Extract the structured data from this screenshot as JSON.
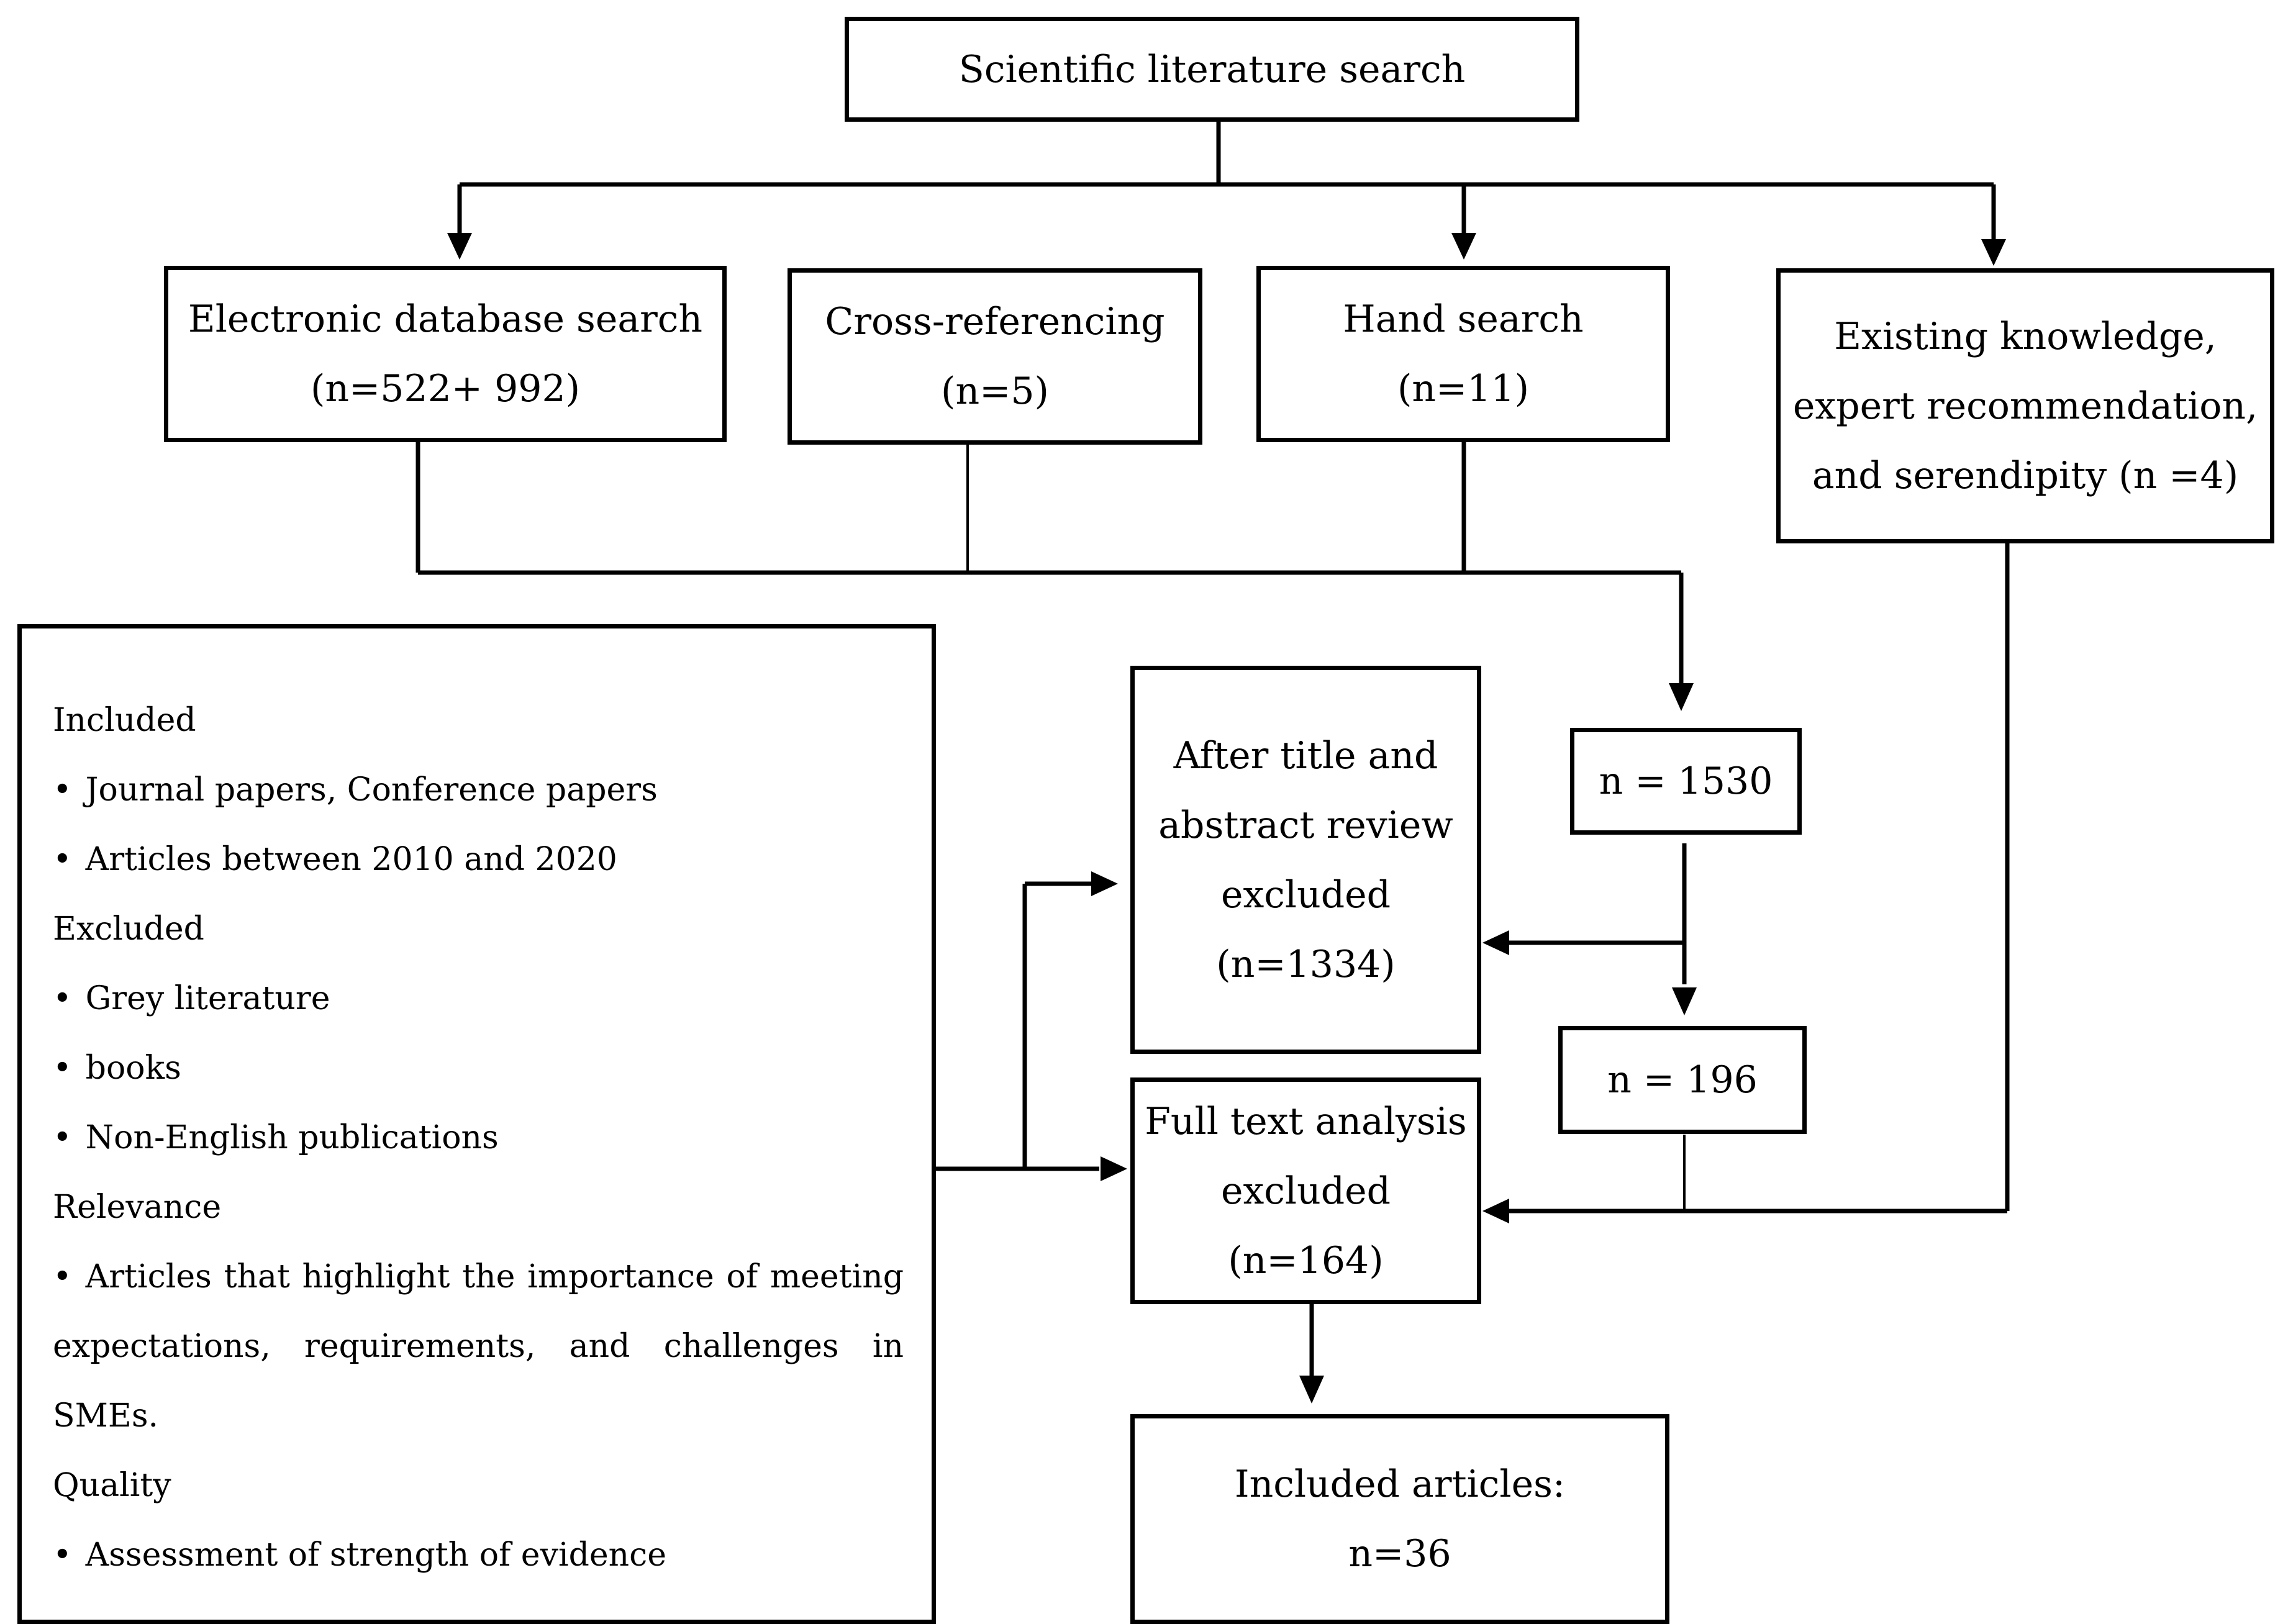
{
  "top": {
    "title": "Scientific literature search"
  },
  "sources": {
    "electronic": {
      "label": "Electronic database search",
      "count": "(n=522+ 992)"
    },
    "cross_ref": {
      "label": "Cross-referencing",
      "count": "(n=5)"
    },
    "hand": {
      "label": "Hand search",
      "count": "(n=11)"
    },
    "existing": {
      "line1": "Existing knowledge,",
      "line2": "expert recommendation,",
      "line3": "and serendipity (n =4)"
    }
  },
  "totals": {
    "n1530": "n = 1530",
    "n196": "n = 196"
  },
  "screening": {
    "title_abstract": {
      "line1": "After title and",
      "line2": "abstract review",
      "line3": "excluded",
      "count": "(n=1334)"
    },
    "full_text": {
      "line1": "Full text analysis",
      "line2": "excluded",
      "count": "(n=164)"
    }
  },
  "included": {
    "line1": "Included articles:",
    "line2": "n=36"
  },
  "criteria": {
    "included_heading": "Included",
    "included_items": [
      "Journal papers, Conference papers",
      "Articles between 2010 and 2020"
    ],
    "excluded_heading": "Excluded",
    "excluded_items": [
      "Grey literature",
      "books",
      "Non-English publications"
    ],
    "relevance_heading": "Relevance",
    "relevance_item": "Articles that highlight the importance of meeting expectations, requirements, and challenges in SMEs.",
    "quality_heading": "Quality",
    "quality_item": "Assessment of strength of evidence"
  }
}
